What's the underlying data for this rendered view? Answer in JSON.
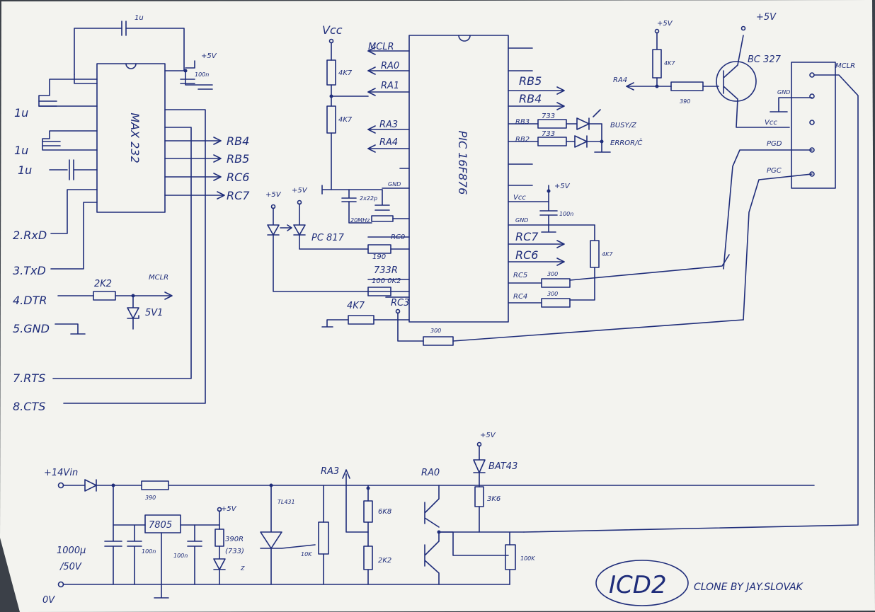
{
  "title": "ICD2",
  "subtitle": "CLONE BY JAY.SLOVAK",
  "max232": {
    "chip_label": "MAX 232",
    "cap_top": "1u",
    "caps_left": [
      "1u",
      "1u",
      "1u"
    ],
    "supply": "+5V",
    "cap_supply": "100n",
    "outputs": [
      "RB4",
      "RB5",
      "RC6",
      "RC7"
    ]
  },
  "db9": {
    "pins": [
      "2.RxD",
      "3.TxD",
      "4.DTR",
      "5.GND",
      "7.RTS",
      "8.CTS"
    ],
    "dtr_resistor": "2K2",
    "dtr_net": "MCLR",
    "zener": "5V1"
  },
  "pic": {
    "chip_label": "PIC 16F876",
    "vcc_label": "Vcc",
    "left_pins": [
      "MCLR",
      "RA0",
      "RA1",
      "RA3",
      "RA4",
      "GND",
      "RC0",
      "100",
      "RC3"
    ],
    "right_pins": [
      "RB5",
      "RB4",
      "RB3",
      "RB2",
      "Vcc",
      "GND",
      "RC7",
      "RC6",
      "RC5",
      "RC4"
    ],
    "pullups": [
      "4K7",
      "4K7"
    ],
    "crystal": [
      "2x22p",
      "20MHz"
    ],
    "optocoupler": "PC 817",
    "opto_supply": [
      "+5V",
      "+5V"
    ],
    "res_rc0": "190",
    "res_733": "733R",
    "res_100": "100 0K2",
    "rc3_pulldown": "4K7",
    "rc3_series": "300",
    "led_res": [
      "733",
      "733"
    ],
    "leds": [
      "BUSY/Z",
      "ERROR/Č"
    ],
    "decoupling": "100n",
    "supply": "+5V",
    "rc5_pullup": "4K7",
    "rc5_rc4_res": [
      "300",
      "300"
    ]
  },
  "transistor": {
    "name": "BC 327",
    "base_net": "RA4",
    "res_bias": "4K7",
    "res_base": "390",
    "supply": [
      "+5V",
      "+5V"
    ]
  },
  "icsp": {
    "pins": [
      "MCLR",
      "GND",
      "Vcc",
      "PGD",
      "PGC"
    ]
  },
  "power": {
    "input": "+14Vin",
    "ground": "0V",
    "cap_big": [
      "1000µ",
      "/50V"
    ],
    "res_input": "390",
    "regulator": "7805",
    "cap_100n": [
      "100n",
      "100n"
    ],
    "led_supply": "+5V",
    "led_res": [
      "390R",
      "(733)"
    ],
    "led_mark": "Z",
    "ref": "TL431",
    "trim": "10K",
    "div_res": [
      "6K8",
      "2K2"
    ],
    "ra_labels": [
      "RA3",
      "RA0"
    ],
    "diode_supply": "+5V",
    "diode": "BAT43",
    "res_mid": "3K6",
    "trim2": "100K"
  }
}
